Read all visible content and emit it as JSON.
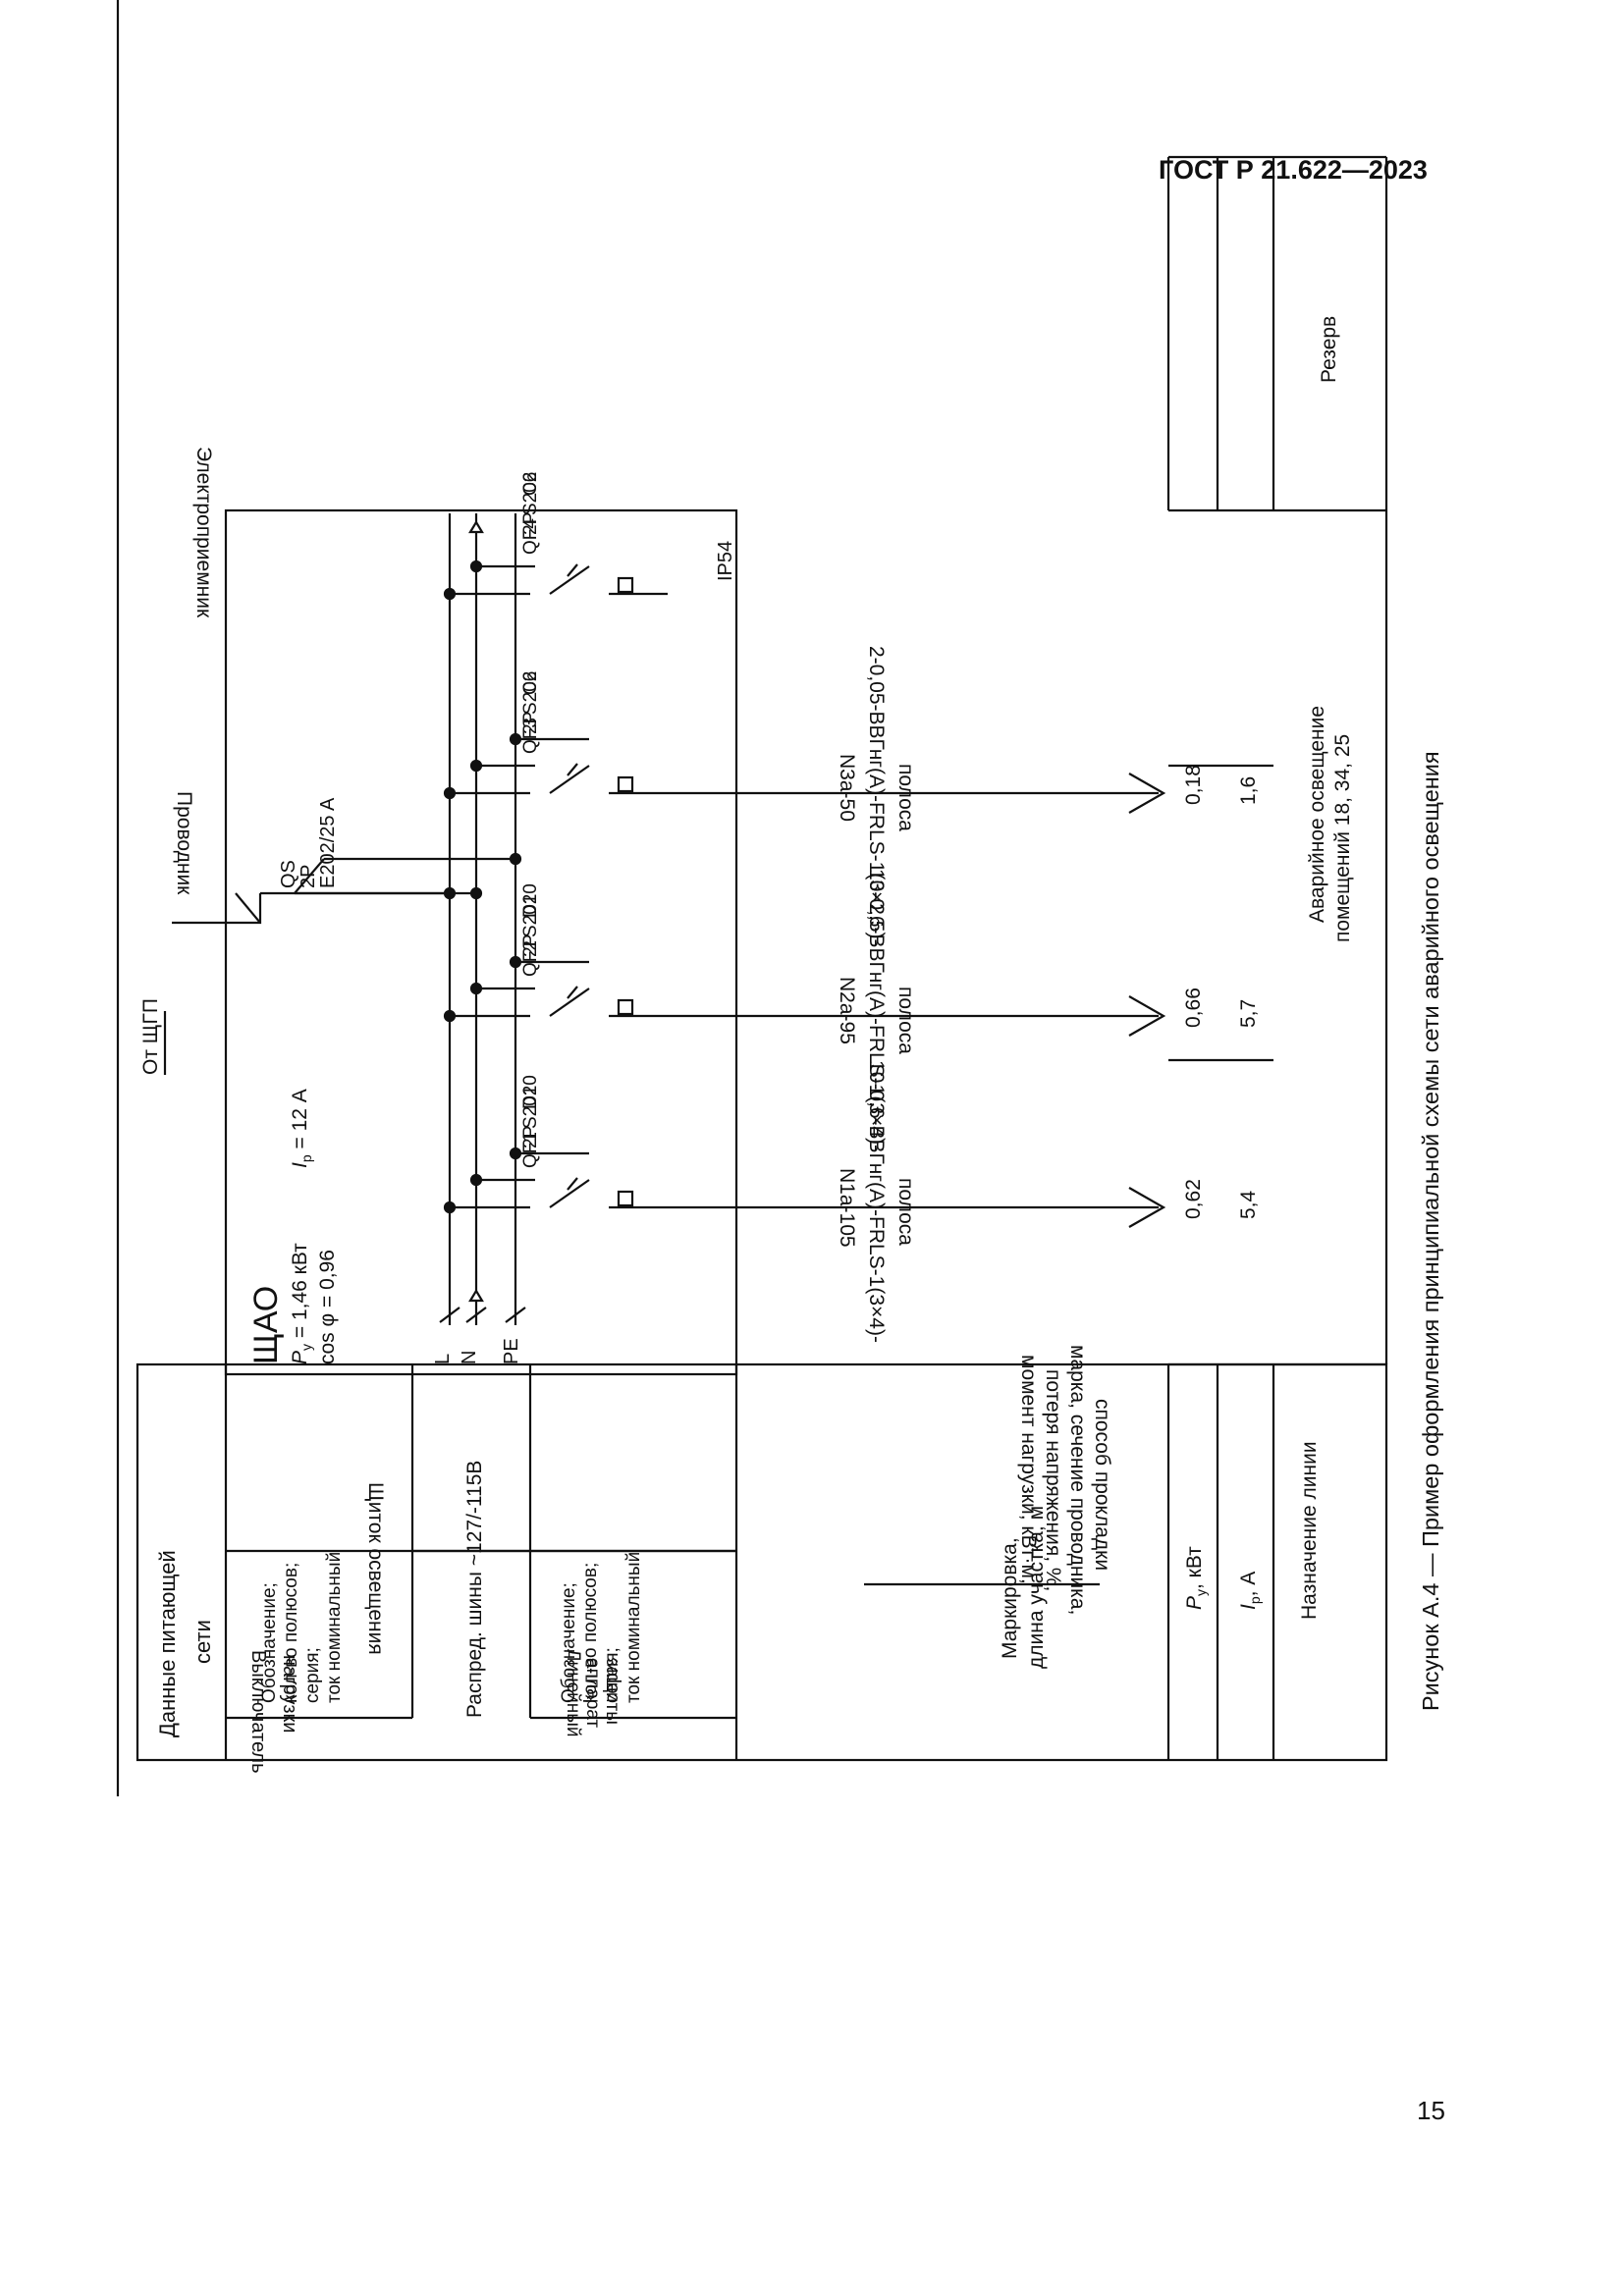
{
  "header": {
    "standard": "ГОСТ Р 21.622—2023"
  },
  "footer": {
    "page_number": "15"
  },
  "caption": "Рисунок А.4 — Пример оформления принципиальной схемы сети аварийного освещения",
  "legend_table": {
    "supply_data": [
      "Данные питающей",
      "сети"
    ],
    "panel_group": "Щиток освещения",
    "load_switch": [
      "Выключатель",
      "нагрузки"
    ],
    "switch_params": [
      "Обозначение;",
      "кол-во полюсов;",
      "серия;",
      "ток номинальный"
    ],
    "busbars": "Распред. шины ~127/-115В",
    "line_device": [
      "Линейный",
      "аппарат",
      "защиты"
    ],
    "device_params": [
      "Обозначение;",
      "кол-во полюсов;",
      "серия;",
      "ток номинальный"
    ],
    "conductor_group": "Проводник",
    "conductor_top": [
      "Маркировка,",
      "длина участка, м"
    ],
    "conductor_bottom": [
      "момент нагрузки, кВт·м,",
      "потеря напряжения, %,",
      "марка, сечение проводника,",
      "способ прокладки"
    ],
    "receiver_group": "Электроприемник",
    "py_label": "P",
    "py_sub": "у",
    "py_unit": ", кВт",
    "ip_label": "I",
    "ip_sub": "р",
    "ip_unit": ", А",
    "purpose": "Назначение линии"
  },
  "panel": {
    "name": "ЩАО",
    "ip": "IP54",
    "py_prefix": "P",
    "py_sub": "у",
    "py_value": " = 1,46 кВт",
    "ip_prefix": "I",
    "ip_sub": "р",
    "ip_value": " = 12 А",
    "cos": "cos φ = 0,96",
    "bus_labels": [
      "L",
      "N",
      "PE"
    ],
    "source": "От ЩГП",
    "main_switch": [
      "QS",
      "2P",
      "E202/25 A"
    ]
  },
  "feeders": [
    {
      "breaker": [
        "QF1",
        "2P",
        "S202",
        "D10"
      ],
      "mark": "N1a-105",
      "cable": "10-0,6-ВВГнг(А)-FRLS-1(3×4)-",
      "routing": "полоса",
      "py": "0,62",
      "ip": "5,4"
    },
    {
      "breaker": [
        "QF2",
        "2P",
        "S202",
        "D10"
      ],
      "mark": "N2a-95",
      "cable": "10-0,6-ВВГнг(А)-FRLS-1(3×4)-",
      "routing": "полоса",
      "py": "0,66",
      "ip": "5,7"
    },
    {
      "breaker": [
        "QF3",
        "2P",
        "S202",
        "C6"
      ],
      "mark": "N3a-50",
      "cable": "2-0,05-ВВГнг(А)-FRLS-1(3×2,5)-",
      "routing": "полоса",
      "py": "0,18",
      "ip": "1,6"
    },
    {
      "breaker": [
        "QF4",
        "2P",
        "S202",
        "C6"
      ],
      "mark": "",
      "cable": "",
      "routing": "",
      "py": "",
      "ip": ""
    }
  ],
  "purposes": {
    "lighting": [
      "Аварийное освещение",
      "помещений 18, 34, 25"
    ],
    "reserve": "Резерв"
  }
}
